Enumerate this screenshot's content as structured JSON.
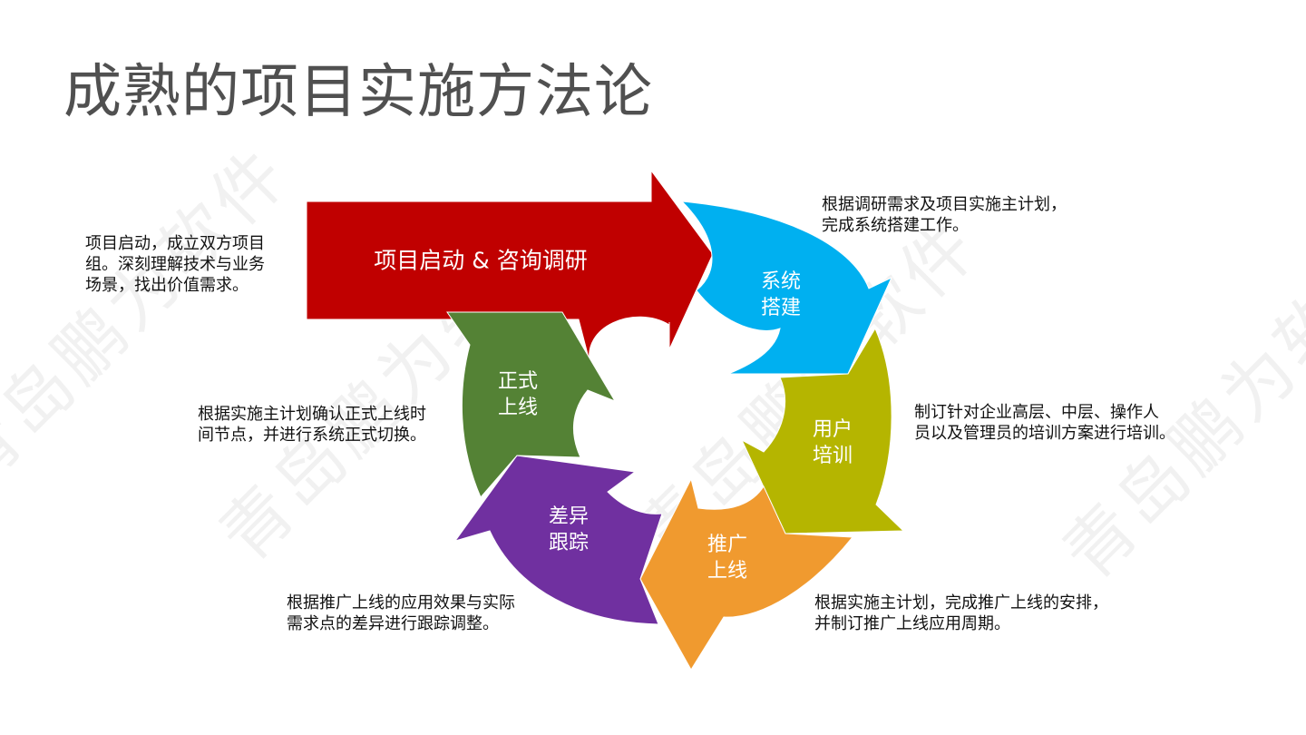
{
  "title": "成熟的项目实施方法论",
  "watermark": "青岛鹏为软件",
  "colors": {
    "red": "#C00000",
    "blue": "#00B0F0",
    "olive": "#B5B500",
    "orange": "#F09A2F",
    "purple": "#7030A0",
    "green": "#548235"
  },
  "steps": [
    {
      "id": "launch",
      "label": [
        "项目启动 & 咨询调研"
      ],
      "desc": [
        "项目启动，成立双方项目",
        "组。深刻理解技术与业务",
        "场景，找出价值需求。"
      ]
    },
    {
      "id": "build",
      "label": [
        "系统",
        "搭建"
      ],
      "desc": [
        "根据调研需求及项目实施主计划，",
        "完成系统搭建工作。"
      ]
    },
    {
      "id": "training",
      "label": [
        "用户",
        "培训"
      ],
      "desc": [
        "制订针对企业高层、中层、操作人",
        "员以及管理员的培训方案进行培训。"
      ]
    },
    {
      "id": "rollout",
      "label": [
        "推广",
        "上线"
      ],
      "desc": [
        "根据实施主计划，完成推广上线的安排，",
        "并制订推广上线应用周期。"
      ]
    },
    {
      "id": "gap",
      "label": [
        "差异",
        "跟踪"
      ],
      "desc": [
        "根据推广上线的应用效果与实际",
        "需求点的差异进行跟踪调整。"
      ]
    },
    {
      "id": "golive",
      "label": [
        "正式",
        "上线"
      ],
      "desc": [
        "根据实施主计划确认正式上线时",
        "间节点，并进行系统正式切换。"
      ]
    }
  ]
}
